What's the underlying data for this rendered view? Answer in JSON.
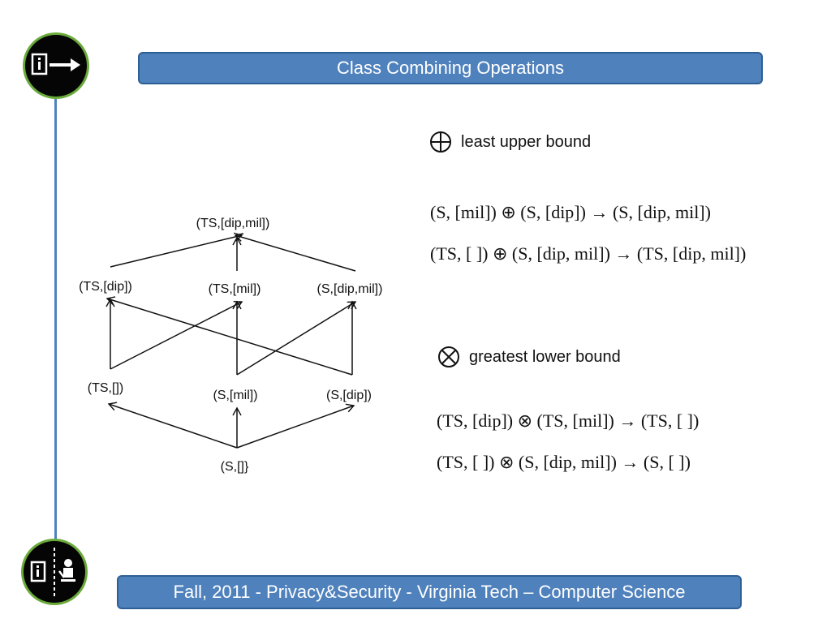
{
  "header": {
    "title": "Class Combining Operations"
  },
  "footer": {
    "text": "Fall, 2011  - Privacy&Security  - Virginia Tech – Computer Science"
  },
  "icons": {
    "top_badge": "document-arrow-icon",
    "bottom_badge": "document-user-icon"
  },
  "lattice": {
    "nodes": {
      "ts_dip_mil": "(TS,[dip,mil])",
      "ts_dip": "(TS,[dip])",
      "ts_mil": "(TS,[mil])",
      "s_dip_mil": "(S,[dip,mil])",
      "ts_empty": "(TS,[])",
      "s_mil": "(S,[mil])",
      "s_dip": "(S,[dip])",
      "s_empty": "(S,[]}"
    }
  },
  "operations": {
    "lub": {
      "label": "least upper bound",
      "formulas": [
        "(S, [mil]) ⊕ (S, [dip]) → (S, [dip, mil])",
        "(TS, [ ]) ⊕ (S, [dip, mil]) → (TS, [dip, mil])"
      ]
    },
    "glb": {
      "label": "greatest lower bound",
      "formulas": [
        "(TS, [dip]) ⊗ (TS, [mil]) → (TS, [ ])",
        "(TS, [ ]) ⊗ (S, [dip, mil]) → (S, [ ])"
      ]
    }
  },
  "colors": {
    "banner": "#4f81bd",
    "badge_ring": "#6aaa3a"
  }
}
